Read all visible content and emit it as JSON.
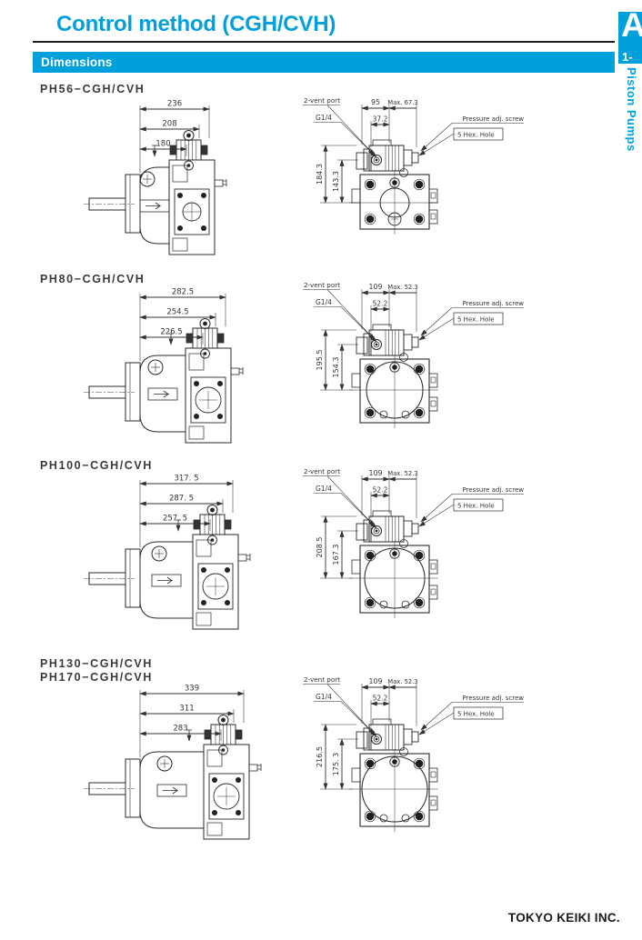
{
  "page": {
    "title": "Control method (CGH/CVH)",
    "section_bar": "Dimensions",
    "footer": "TOKYO KEIKI INC.",
    "accent_color": "#00A0DD",
    "tab": {
      "letter": "A",
      "number": "1-",
      "vertical_label": "Piston Pumps"
    }
  },
  "sections": [
    {
      "models": [
        "PH56−CGH/CVH"
      ],
      "side_view": {
        "length_dims": [
          "236",
          "208",
          "180"
        ]
      },
      "front_view": {
        "vent_port_label": "2-vent port",
        "port_thread_label": "G1/4",
        "width_dim": "95",
        "max_width_dim": "Max. 67.3",
        "offset_dim": "37.2",
        "pressure_screw_label": "Pressure adj. screw",
        "hex_hole_label": "5 Hex. Hole",
        "height_dims": [
          "184.3",
          "143.3"
        ]
      }
    },
    {
      "models": [
        "PH80−CGH/CVH"
      ],
      "side_view": {
        "length_dims": [
          "282.5",
          "254.5",
          "226.5"
        ]
      },
      "front_view": {
        "vent_port_label": "2-vent port",
        "port_thread_label": "G1/4",
        "width_dim": "109",
        "max_width_dim": "Max. 52.3",
        "offset_dim": "52.2",
        "pressure_screw_label": "Pressure adj. screw",
        "hex_hole_label": "5 Hex. Hole",
        "height_dims": [
          "195.5",
          "154.3"
        ]
      }
    },
    {
      "models": [
        "PH100−CGH/CVH"
      ],
      "side_view": {
        "length_dims": [
          "317. 5",
          "287. 5",
          "257. 5"
        ]
      },
      "front_view": {
        "vent_port_label": "2-vent port",
        "port_thread_label": "G1/4",
        "width_dim": "109",
        "max_width_dim": "Max. 52.3",
        "offset_dim": "52.2",
        "pressure_screw_label": "Pressure adj. screw",
        "hex_hole_label": "5 Hex. Hole",
        "height_dims": [
          "208.5",
          "167.3"
        ]
      }
    },
    {
      "models": [
        "PH130−CGH/CVH",
        "PH170−CGH/CVH"
      ],
      "side_view": {
        "length_dims": [
          "339",
          "311",
          "283"
        ]
      },
      "front_view": {
        "vent_port_label": "2-vent port",
        "port_thread_label": "G1/4",
        "width_dim": "109",
        "max_width_dim": "Max. 52.3",
        "offset_dim": "52.2",
        "pressure_screw_label": "Pressure adj. screw",
        "hex_hole_label": "5 Hex. Hole",
        "height_dims": [
          "216.5",
          "175. 3"
        ]
      }
    }
  ]
}
